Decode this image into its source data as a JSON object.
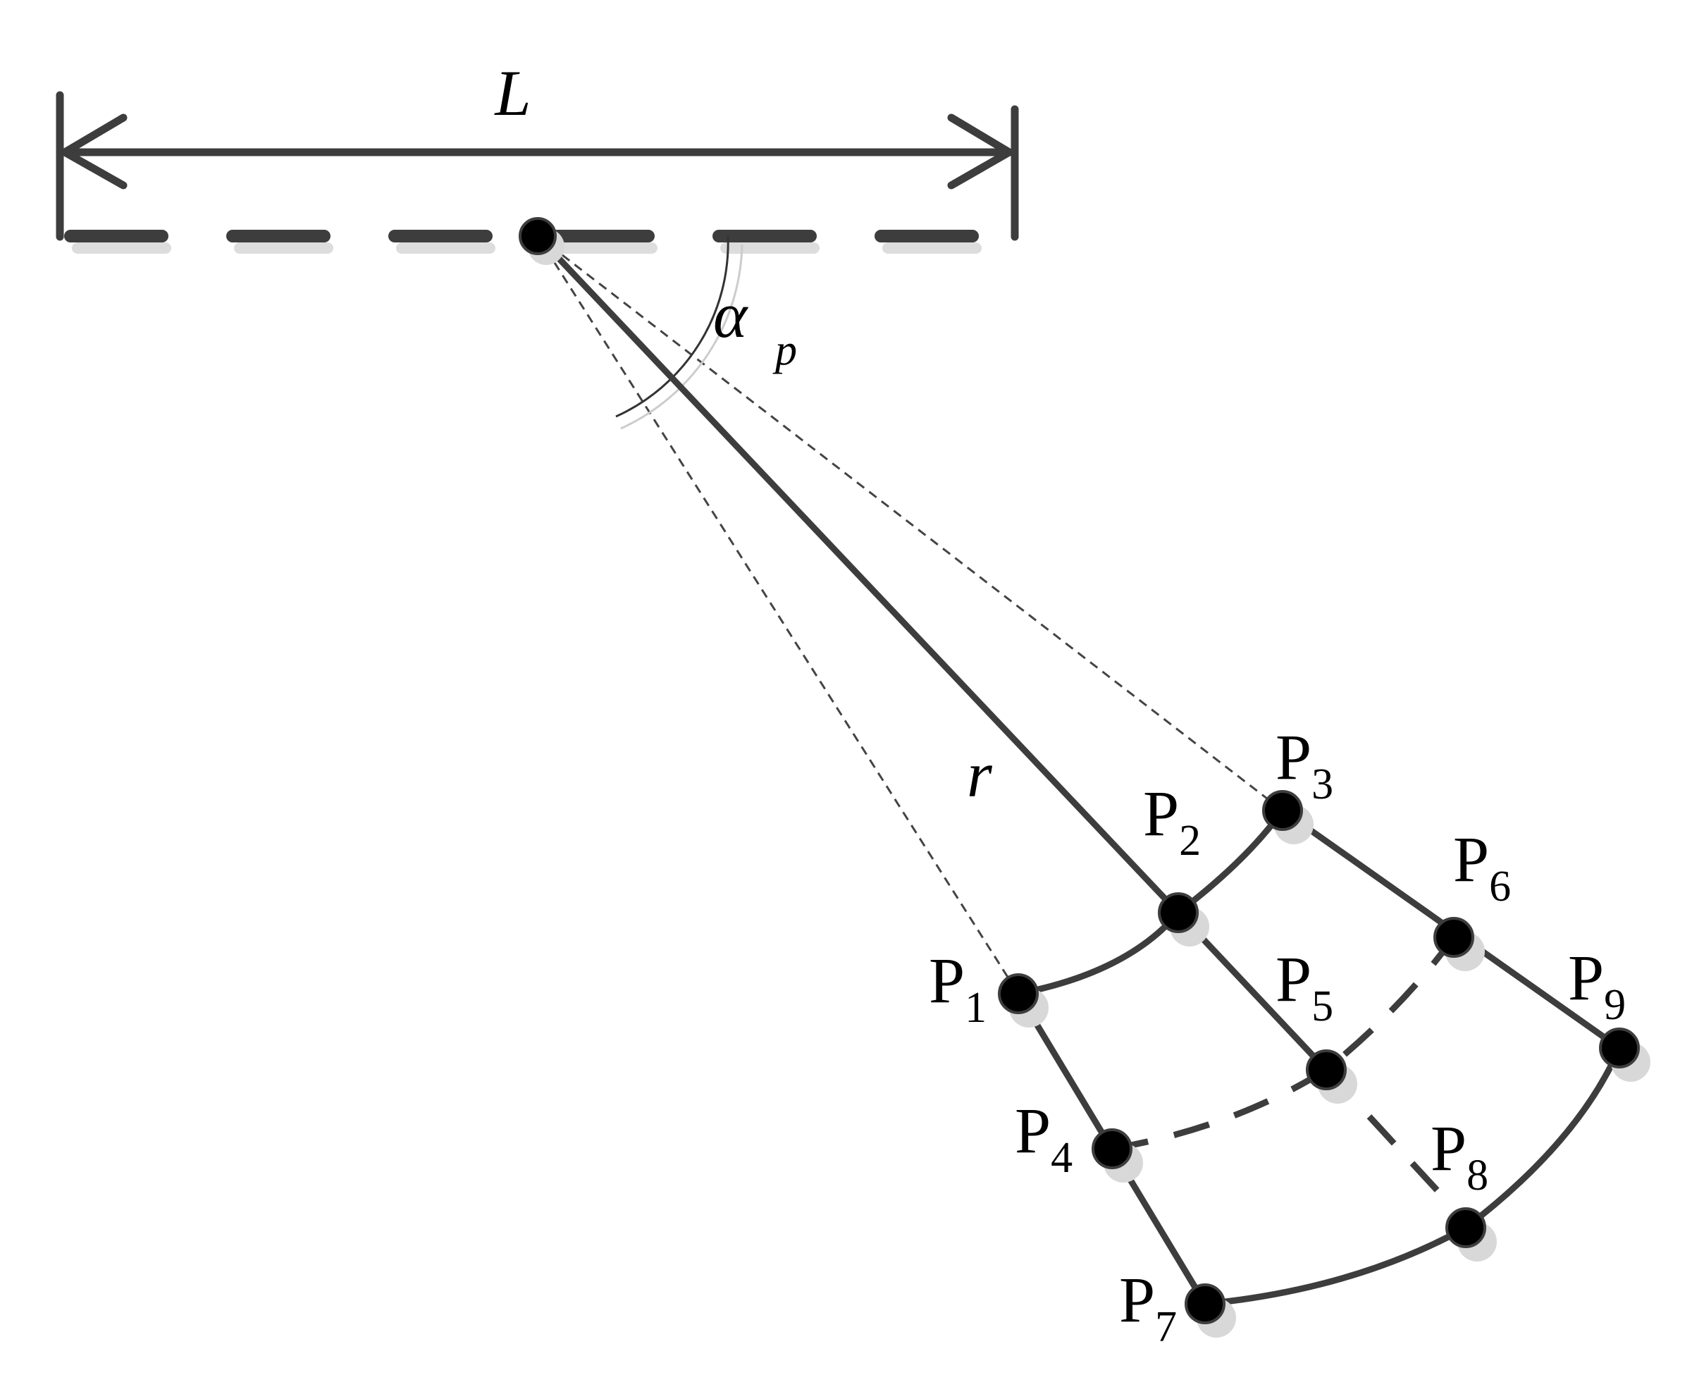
{
  "diagram": {
    "length_label": "L",
    "angle_label": "α",
    "angle_subscript": "p",
    "radius_label": "r",
    "points": [
      {
        "id": "p1",
        "letter": "P",
        "index": "1"
      },
      {
        "id": "p2",
        "letter": "P",
        "index": "2"
      },
      {
        "id": "p3",
        "letter": "P",
        "index": "3"
      },
      {
        "id": "p4",
        "letter": "P",
        "index": "4"
      },
      {
        "id": "p5",
        "letter": "P",
        "index": "5"
      },
      {
        "id": "p6",
        "letter": "P",
        "index": "6"
      },
      {
        "id": "p7",
        "letter": "P",
        "index": "7"
      },
      {
        "id": "p8",
        "letter": "P",
        "index": "8"
      },
      {
        "id": "p9",
        "letter": "P",
        "index": "9"
      }
    ]
  }
}
